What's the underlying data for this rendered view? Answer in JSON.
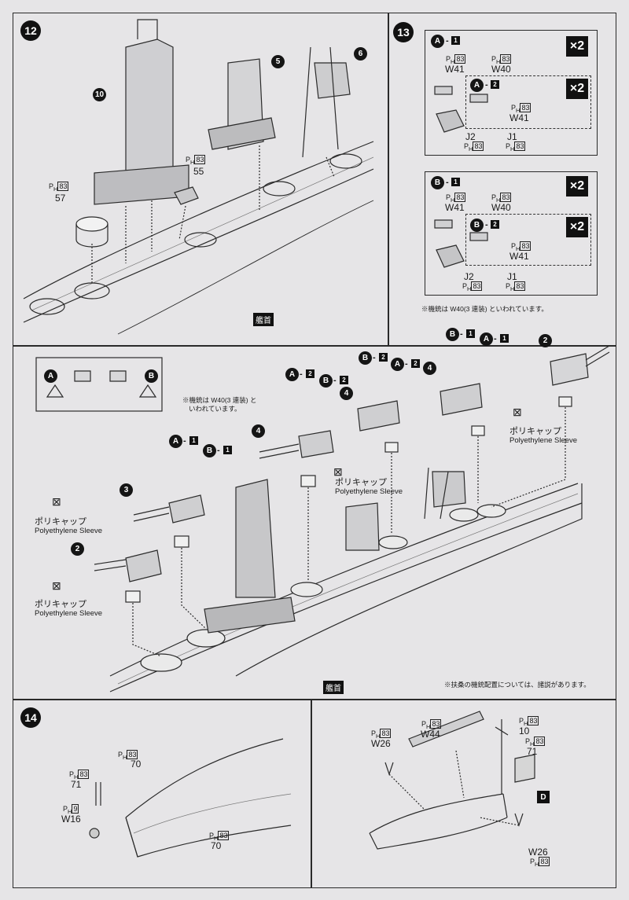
{
  "steps": {
    "s12": "12",
    "s13": "13",
    "s14": "14"
  },
  "parts": {
    "p10": "10",
    "p5": "5",
    "p6": "6",
    "p55": "55",
    "p57": "57",
    "p2": "2",
    "p3": "3",
    "p4": "4"
  },
  "sprue": {
    "ph": "P",
    "sub": "H",
    "num": "83",
    "num9": "9"
  },
  "box_a": {
    "title": "A",
    "title_num": "1",
    "sub_title_num": "2",
    "mult": "×2",
    "w41": "W41",
    "w40": "W40",
    "j2": "J2",
    "j1": "J1"
  },
  "box_b": {
    "title": "B",
    "title_num": "1",
    "sub_title_num": "2",
    "mult": "×2",
    "w41": "W41",
    "w40": "W40",
    "j2": "J2",
    "j1": "J1"
  },
  "letters": {
    "A": "A",
    "B": "B",
    "n1": "1",
    "n2": "2",
    "D": "D"
  },
  "notes": {
    "w40_right": "※機銃は W40(3 連装) といわれています。",
    "w40_left_1": "※機銃は W40(3 連装) と",
    "w40_left_2": "いわれています。",
    "fuso": "※扶桑の機銃配置については、諸説があります。"
  },
  "polycap": {
    "jp": "ポリキャップ",
    "en": "Polyethylene Sleeve"
  },
  "bow_label": "艦首",
  "step14": {
    "w16": "W16",
    "p70": "70",
    "p71": "71",
    "w26": "W26",
    "w44": "W44",
    "p10": "10"
  }
}
